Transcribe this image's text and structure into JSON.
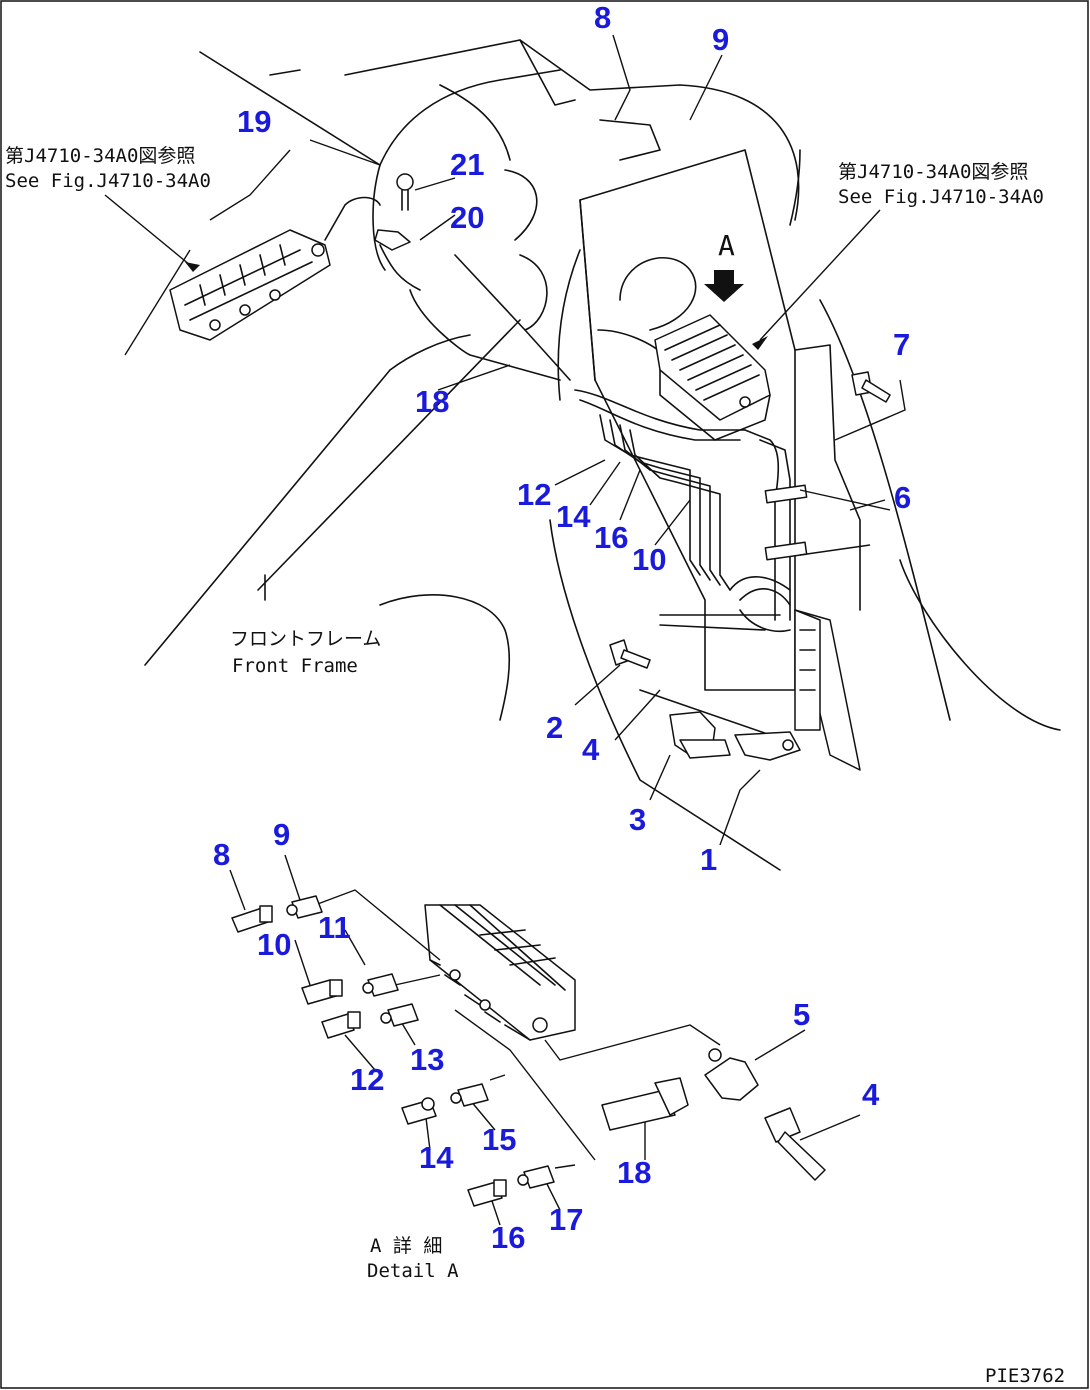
{
  "callouts": {
    "c1": "1",
    "c2": "2",
    "c3": "3",
    "c4a": "4",
    "c4b": "4",
    "c5": "5",
    "c6": "6",
    "c7": "7",
    "c8a": "8",
    "c8b": "8",
    "c9a": "9",
    "c9b": "9",
    "c10a": "10",
    "c10b": "10",
    "c11": "11",
    "c12a": "12",
    "c12b": "12",
    "c13": "13",
    "c14a": "14",
    "c14b": "14",
    "c15": "15",
    "c16a": "16",
    "c16b": "16",
    "c17": "17",
    "c18a": "18",
    "c18b": "18",
    "c19": "19",
    "c20": "20",
    "c21": "21"
  },
  "notes": {
    "ref_left_jp": "第J4710-34A0図参照",
    "ref_left_en": "See Fig.J4710-34A0",
    "ref_right_jp": "第J4710-34A0図参照",
    "ref_right_en": "See Fig.J4710-34A0",
    "frame_jp": "フロントフレーム",
    "frame_en": "Front Frame",
    "view_letter": "A",
    "detail_jp": "A 詳 細",
    "detail_en": "Detail A",
    "drawing_code": "PIE3762"
  },
  "colors": {
    "callout": "#1a1adc",
    "line": "#111111",
    "background": "#ffffff"
  }
}
